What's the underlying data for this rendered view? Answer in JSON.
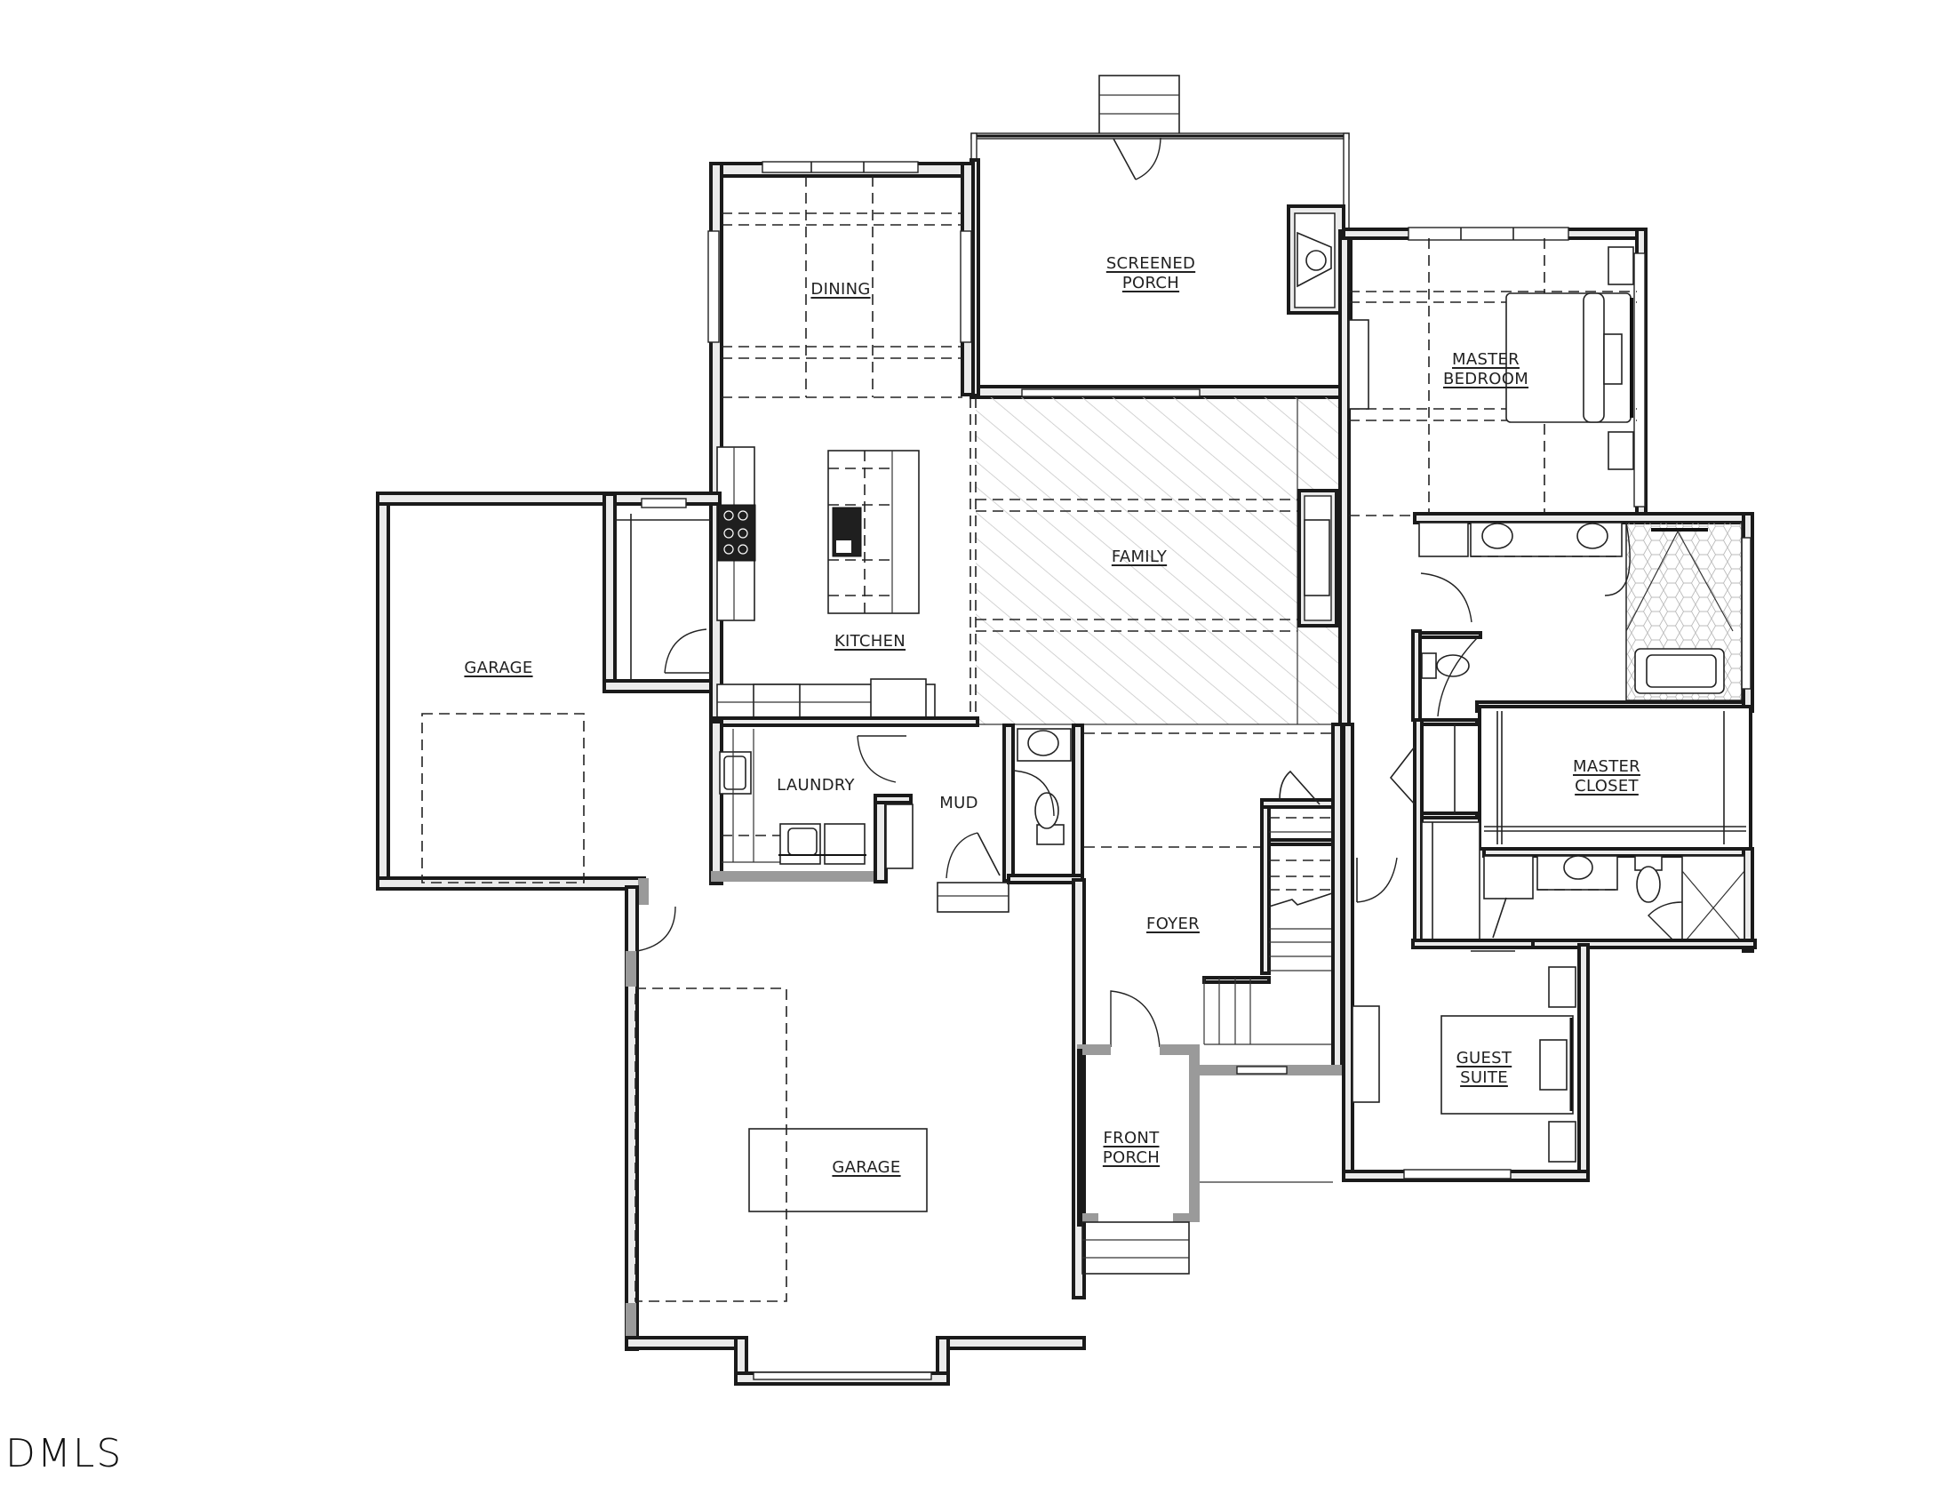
{
  "plan": {
    "type": "architectural floor plan",
    "view": "main level",
    "rooms": [
      {
        "id": "screened-porch",
        "lines": [
          "SCREENED",
          "PORCH"
        ],
        "underlined": true
      },
      {
        "id": "dining",
        "lines": [
          "DINING"
        ],
        "underlined": true
      },
      {
        "id": "master-bedroom",
        "lines": [
          "MASTER",
          "BEDROOM"
        ],
        "underlined": true
      },
      {
        "id": "family",
        "lines": [
          "FAMILY"
        ],
        "underlined": true
      },
      {
        "id": "kitchen",
        "lines": [
          "KITCHEN"
        ],
        "underlined": true
      },
      {
        "id": "garage-1",
        "lines": [
          "GARAGE"
        ],
        "underlined": true
      },
      {
        "id": "master-closet",
        "lines": [
          "MASTER",
          "CLOSET"
        ],
        "underlined": true
      },
      {
        "id": "laundry",
        "lines": [
          "LAUNDRY"
        ],
        "underlined": false
      },
      {
        "id": "mud",
        "lines": [
          "MUD"
        ],
        "underlined": false
      },
      {
        "id": "foyer",
        "lines": [
          "FOYER"
        ],
        "underlined": true
      },
      {
        "id": "guest-suite",
        "lines": [
          "GUEST",
          "SUITE"
        ],
        "underlined": true
      },
      {
        "id": "front-porch",
        "lines": [
          "FRONT",
          "PORCH"
        ],
        "underlined": true
      },
      {
        "id": "garage-2",
        "lines": [
          "GARAGE"
        ],
        "underlined": true
      }
    ],
    "fixtures": [
      "range",
      "island-sink",
      "refrigerator",
      "dishwasher",
      "laundry-sink",
      "washer",
      "dryer",
      "powder-sink",
      "powder-toilet",
      "master-double-vanity",
      "master-toilet",
      "master-shower",
      "master-tub",
      "guest-sink",
      "guest-toilet",
      "guest-shower",
      "fireplace-family",
      "fireplace-porch",
      "staircase",
      "master-bed",
      "guest-bed"
    ],
    "colors": {
      "wall_fill": "#ebebeb",
      "wall_stroke": "#1a1a1a",
      "wall_gray": "#9a9a9a",
      "hatch": "#c8c8c8",
      "background": "#ffffff"
    }
  },
  "watermark": {
    "text": "DMLS"
  }
}
